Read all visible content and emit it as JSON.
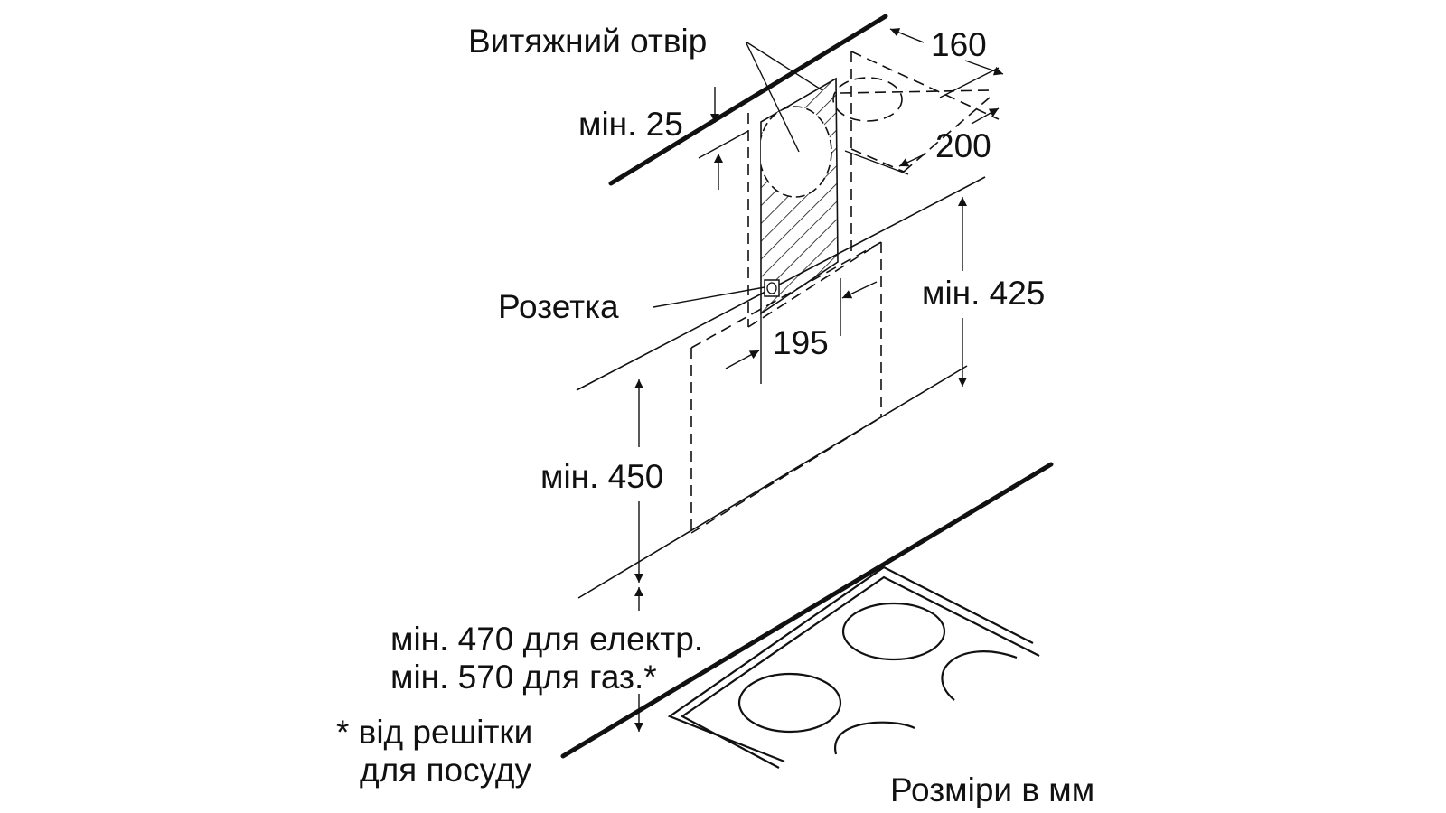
{
  "labels": {
    "exhaust_opening": "Витяжний отвір",
    "dim_160": "160",
    "dim_200": "200",
    "min_25": "мін. 25",
    "socket": "Розетка",
    "dim_195": "195",
    "min_425": "мін. 425",
    "min_450": "мін. 450",
    "min_470": "мін. 470 для електр.",
    "min_570": "мін. 570 для газ.*",
    "footnote_1": "* від решітки",
    "footnote_2": "для посуду",
    "units": "Розміри в мм"
  },
  "colors": {
    "line": "#111111",
    "background": "#ffffff"
  }
}
